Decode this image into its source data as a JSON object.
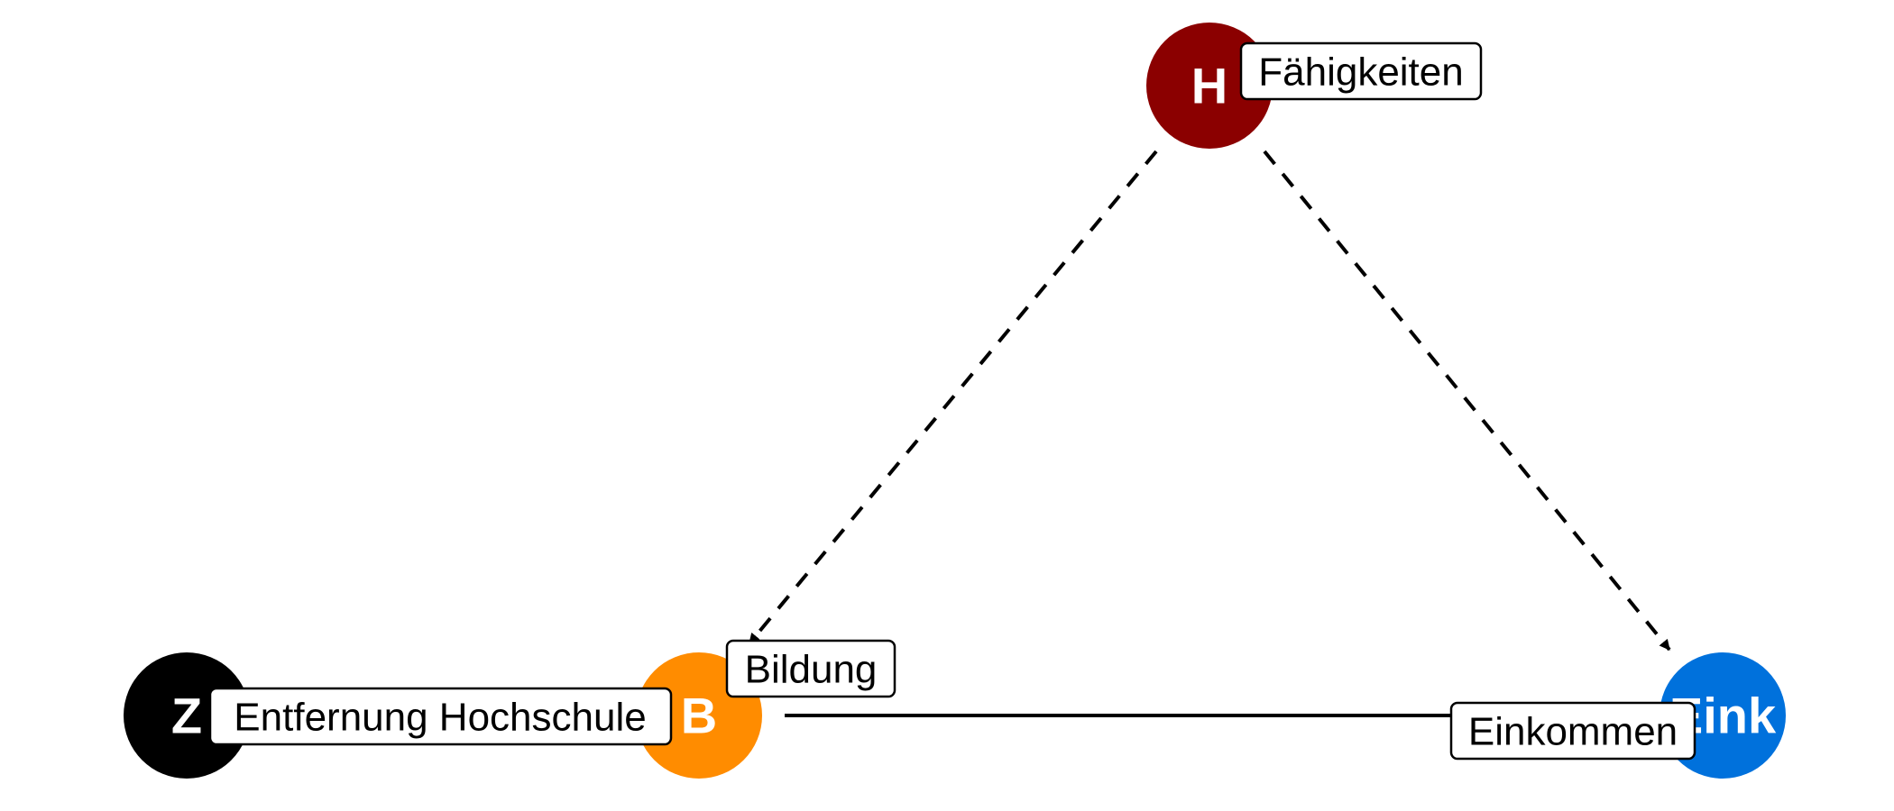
{
  "diagram": {
    "nodes": [
      {
        "id": "H",
        "letter": "H",
        "label": "Fähigkeiten",
        "color": "#8B0000"
      },
      {
        "id": "Z",
        "letter": "Z",
        "label": "Entfernung Hochschule",
        "color": "#000000"
      },
      {
        "id": "B",
        "letter": "B",
        "label": "Bildung",
        "color": "#FF8C00"
      },
      {
        "id": "Eink",
        "letter": "Eink",
        "label": "Einkommen",
        "color": "#0071DC"
      }
    ],
    "edges": [
      {
        "from": "H",
        "to": "B",
        "style": "dashed",
        "directed": true
      },
      {
        "from": "H",
        "to": "Eink",
        "style": "dashed",
        "directed": true
      },
      {
        "from": "B",
        "to": "Eink",
        "style": "solid",
        "directed": false
      }
    ]
  }
}
